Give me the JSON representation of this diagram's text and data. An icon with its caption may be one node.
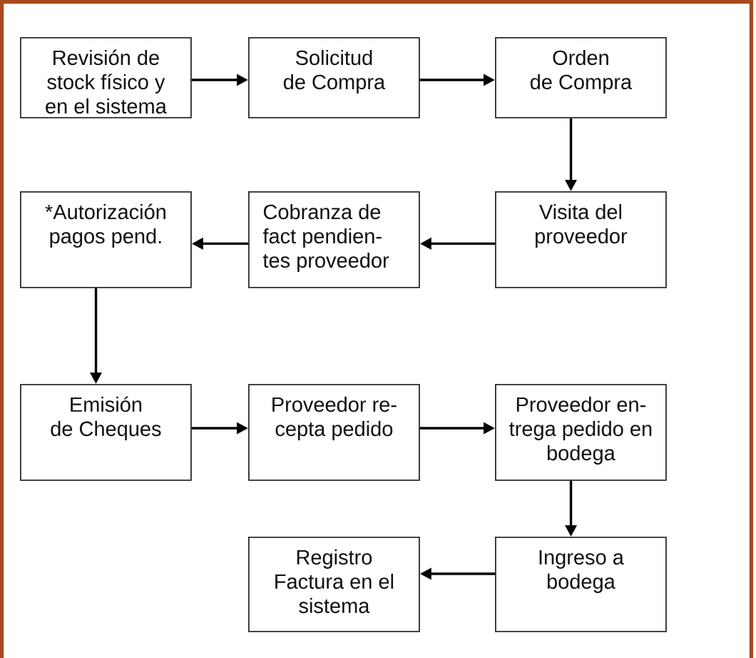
{
  "diagram": {
    "nodes": [
      {
        "text": [
          "Revisión de stock físico y en el sistema"
        ]
      },
      {
        "text": [
          "Solicitud de Compra"
        ]
      },
      {
        "text": [
          "Orden de Compra"
        ]
      },
      {
        "text": [
          "*Autorización pagos pend."
        ]
      },
      {
        "text": [
          "Cobranza de fact pendien- tes proveedor"
        ]
      },
      {
        "text": [
          "Visita del proveedor"
        ]
      },
      {
        "text": [
          "Emisión de Cheques"
        ]
      },
      {
        "text": [
          "Proveedor re- cepta pedido"
        ]
      },
      {
        "text": [
          "Proveedor en- trega pedido en bodega"
        ]
      },
      {
        "text": [
          "Registro Factura en el sistema"
        ]
      },
      {
        "text": [
          "Ingreso a bodega"
        ]
      }
    ],
    "edges": [
      {
        "from": 0,
        "to": 1,
        "arrow": "to"
      },
      {
        "from": 1,
        "to": 2,
        "arrow": "to"
      },
      {
        "from": 2,
        "to": 5,
        "arrow": "to"
      },
      {
        "from": 5,
        "to": 4,
        "arrow": "to"
      },
      {
        "from": 4,
        "to": 3,
        "arrow": "to"
      },
      {
        "from": 3,
        "to": 6,
        "arrow": "to"
      },
      {
        "from": 6,
        "to": 7,
        "arrow": "to"
      },
      {
        "from": 7,
        "to": 8,
        "arrow": "to"
      },
      {
        "from": 8,
        "to": 10,
        "arrow": "to"
      },
      {
        "from": 10,
        "to": 9,
        "arrow": "to"
      }
    ]
  }
}
